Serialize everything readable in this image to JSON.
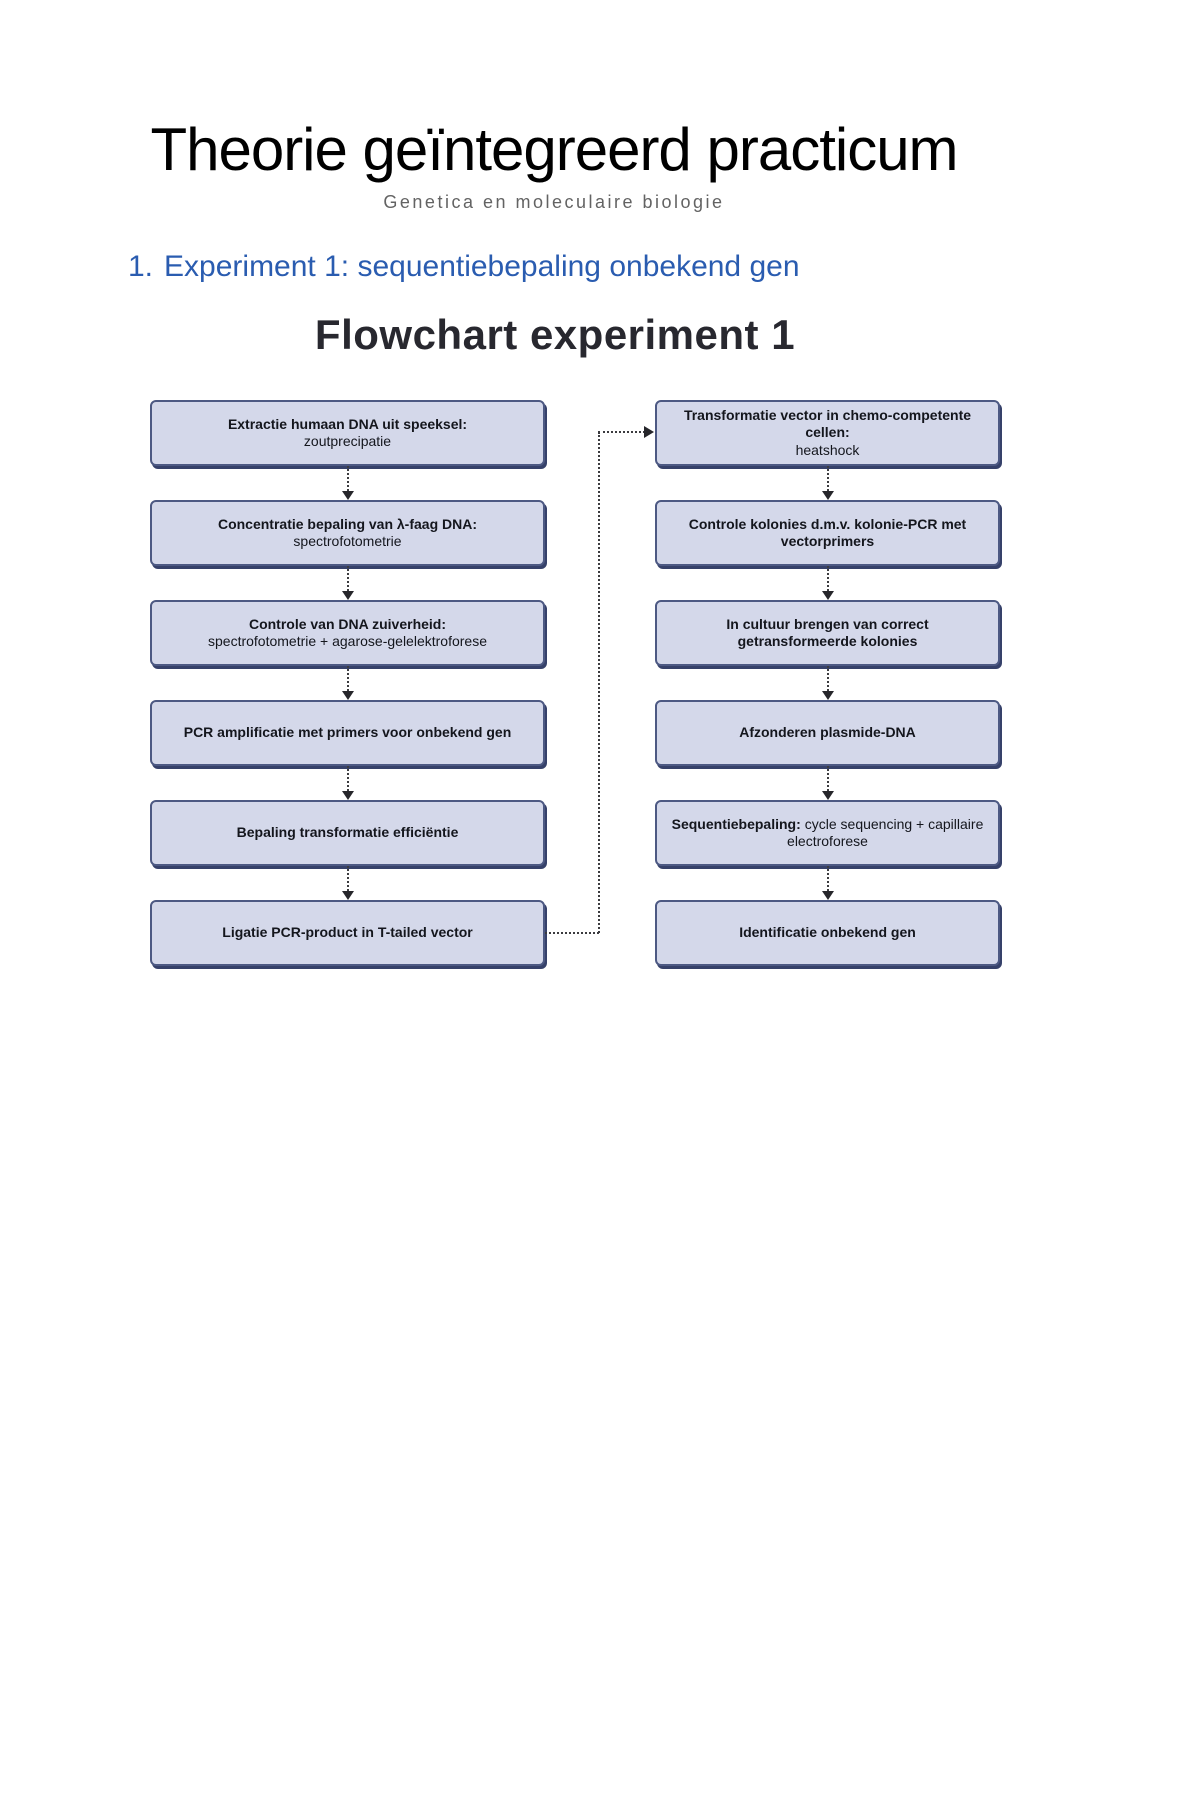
{
  "page": {
    "title": "Theorie geïntegreerd practicum",
    "subtitle": "Genetica en moleculaire biologie",
    "heading_number": "1.",
    "heading_text": "Experiment 1: sequentiebepaling onbekend gen"
  },
  "flowchart": {
    "title": "Flowchart experiment 1",
    "left": [
      {
        "title": "Extractie humaan DNA uit speeksel:",
        "sub": "zoutprecipatie"
      },
      {
        "title": "Concentratie bepaling van λ-faag DNA:",
        "sub": "spectrofotometrie"
      },
      {
        "title": "Controle van DNA zuiverheid:",
        "sub": "spectrofotometrie + agarose-gelelektroforese"
      },
      {
        "title": "PCR amplificatie met primers voor onbekend gen",
        "sub": ""
      },
      {
        "title": "Bepaling transformatie efficiëntie",
        "sub": ""
      },
      {
        "title": "Ligatie PCR-product in T-tailed vector",
        "sub": ""
      }
    ],
    "right": [
      {
        "title": "Transformatie vector in chemo-competente cellen:",
        "sub": "heatshock"
      },
      {
        "title": "Controle kolonies d.m.v. kolonie-PCR met vectorprimers",
        "sub": ""
      },
      {
        "title": "In cultuur brengen van correct getransformeerde kolonies",
        "sub": ""
      },
      {
        "title": "Afzonderen plasmide-DNA",
        "sub": ""
      },
      {
        "title": "Sequentiebepaling:",
        "sub": "cycle sequencing + capillaire electroforese"
      },
      {
        "title": "Identificatie onbekend gen",
        "sub": ""
      }
    ],
    "colors": {
      "box_fill": "#d4d8ea",
      "box_border": "#4d5983",
      "box_shadow": "#36416a",
      "arrow": "#26262b",
      "heading_blue": "#2a5cb0",
      "subtitle_gray": "#636363"
    }
  }
}
